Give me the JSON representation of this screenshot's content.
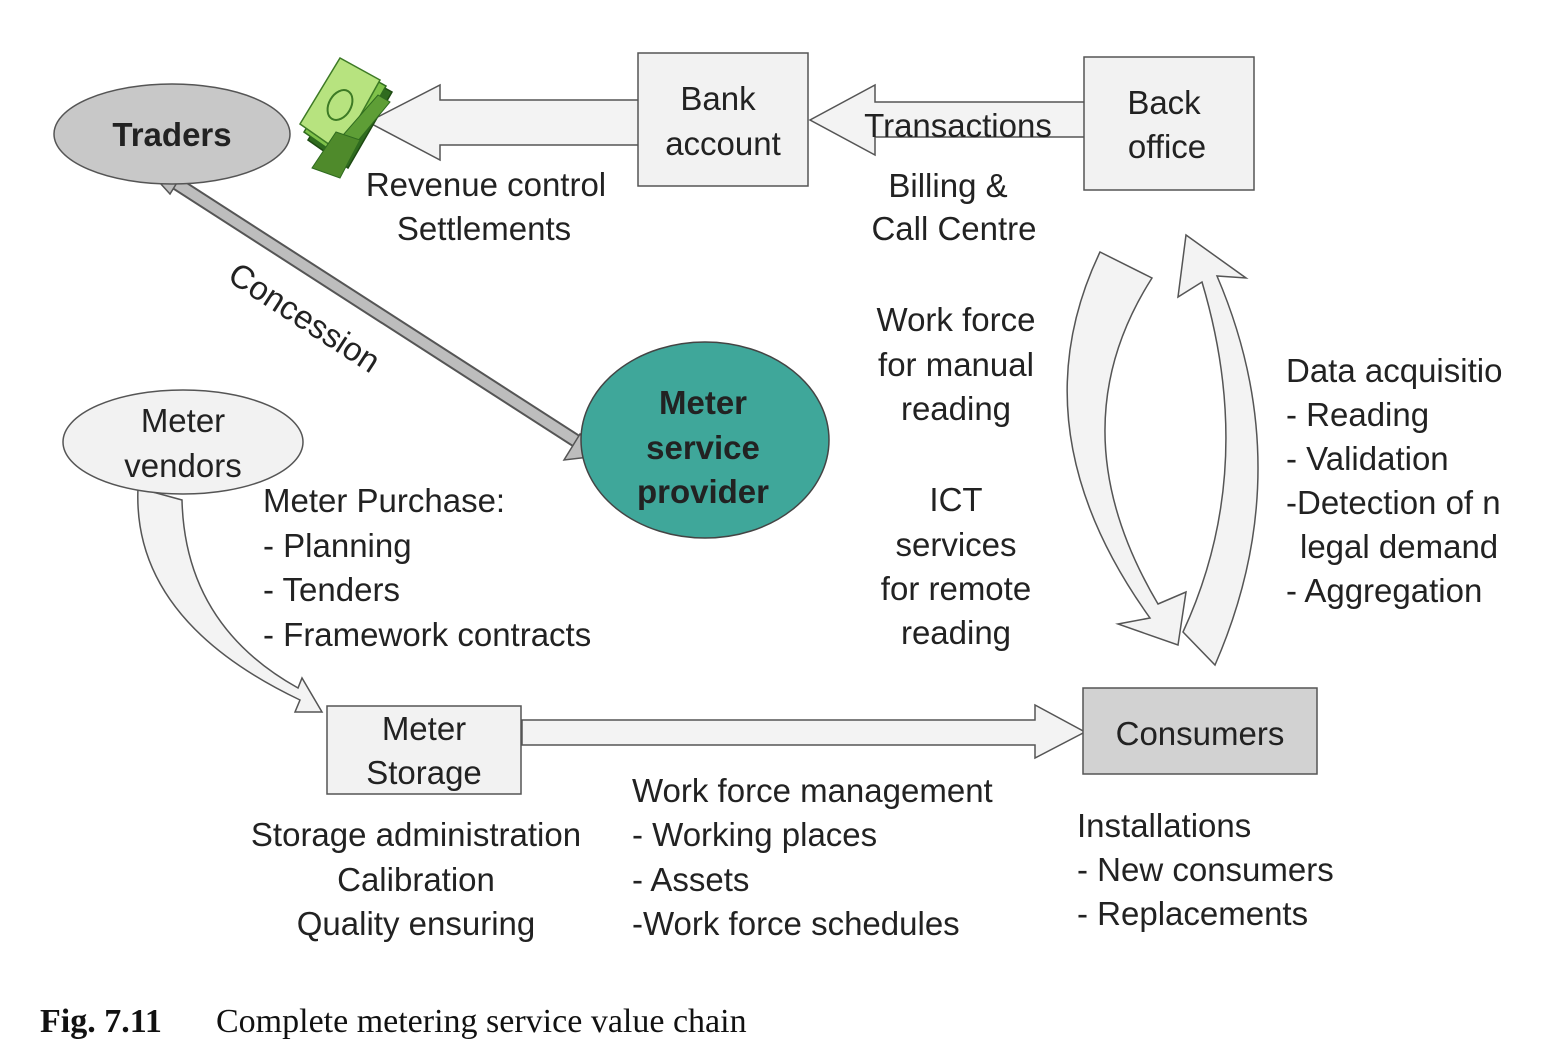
{
  "nodes": {
    "traders": "Traders",
    "bank_account": [
      "Bank",
      "account"
    ],
    "back_office": [
      "Back",
      "office"
    ],
    "meter_service_provider": [
      "Meter",
      "service",
      "provider"
    ],
    "meter_vendors": [
      "Meter",
      "vendors"
    ],
    "meter_storage": [
      "Meter",
      "Storage"
    ],
    "consumers": "Consumers"
  },
  "labels": {
    "revenue": [
      "Revenue control",
      "Settlements"
    ],
    "transactions": "Transactions",
    "billing": [
      "Billing &",
      "Call Centre"
    ],
    "concession": "Concession",
    "manual_reading": [
      "Work force",
      "for manual",
      "reading"
    ],
    "remote_reading": [
      "ICT",
      "services",
      "for remote",
      "reading"
    ],
    "data_acquisition": [
      "Data acquisitio",
      "- Reading",
      "- Validation",
      "-Detection of n",
      " legal demand",
      "- Aggregation"
    ],
    "meter_purchase": [
      "Meter Purchase:",
      "- Planning",
      "- Tenders",
      "- Framework contracts"
    ],
    "storage_admin": [
      "Storage administration",
      "Calibration",
      "Quality ensuring"
    ],
    "work_force_mgmt": [
      "Work force management",
      "- Working places",
      "- Assets",
      "-Work force schedules"
    ],
    "installations": [
      "Installations",
      "- New consumers",
      "- Replacements"
    ]
  },
  "caption": {
    "label": "Fig. 7.11",
    "text": "Complete metering service value chain"
  },
  "colors": {
    "traders_fill": "#c8c8c8",
    "provider_fill": "#3fa79a",
    "consumers_fill": "#d2d2d2",
    "box_fill": "#f2f2f2",
    "arrow_fill": "#f3f3f3",
    "concession_arrow": "#bdbdbd",
    "money_green": "#9fd86a"
  },
  "icons": {
    "money": "banknote-stack-icon"
  }
}
